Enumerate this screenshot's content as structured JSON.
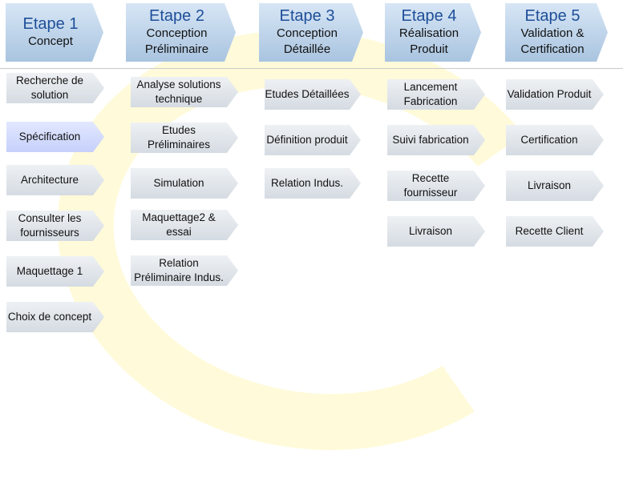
{
  "stages": [
    {
      "num": "Etape 1",
      "name": "Concept"
    },
    {
      "num": "Etape 2",
      "name": "Conception Préliminaire"
    },
    {
      "num": "Etape 3",
      "name": "Conception Détaillée"
    },
    {
      "num": "Etape 4",
      "name": "Réalisation Produit"
    },
    {
      "num": "Etape 5",
      "name": "Validation & Certification"
    }
  ],
  "tasks": {
    "e1": [
      "Recherche de solution",
      "Spécification",
      "Architecture",
      "Consulter les fournisseurs",
      "Maquettage 1",
      "Choix de concept"
    ],
    "e2": [
      "Analyse solutions technique",
      "Etudes Préliminaires",
      "Simulation",
      "Maquettage2 & essai",
      "Relation Préliminaire Indus."
    ],
    "e3": [
      "Etudes Détaillées",
      "Définition produit",
      "Relation Indus."
    ],
    "e4": [
      "Lancement Fabrication",
      "Suivi fabrication",
      "Recette fournisseur",
      "Livraison"
    ],
    "e5": [
      "Validation Produit",
      "Certification",
      "Livraison",
      "Recette Client"
    ]
  }
}
